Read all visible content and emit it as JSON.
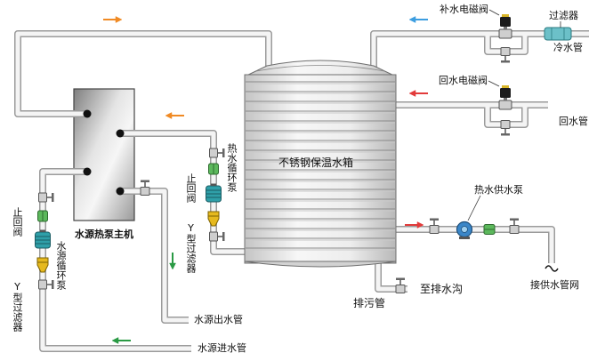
{
  "labels": {
    "makeup_solenoid_valve": "补水电磁阀",
    "filter": "过滤器",
    "cold_water_pipe": "冷水管",
    "return_solenoid_valve": "回水电磁阀",
    "return_pipe": "回水管",
    "tank": "不锈钢保温水箱",
    "hot_circulation_pump": "热水循环泵",
    "check_valve_hot": "止回阀",
    "y_filter_hot": "Y型过滤器",
    "heat_pump_unit": "水源热泵主机",
    "check_valve_source": "止回阀",
    "source_circulation_pump": "水源循环泵",
    "y_filter_source": "Y型过滤器",
    "hot_supply_pump": "热水供水泵",
    "supply_network": "接供水管网",
    "drain_pipe": "排污管",
    "to_drain_ditch": "至排水沟",
    "source_outlet_pipe": "水源出水管",
    "source_inlet_pipe": "水源进水管"
  },
  "colors": {
    "hot_loop_arrow": "#f08a24",
    "cold_inlet_arrow": "#3d9ee0",
    "return_arrow": "#e23b3b",
    "supply_arrow": "#e23b3b",
    "source_arrow": "#2a9a44"
  }
}
